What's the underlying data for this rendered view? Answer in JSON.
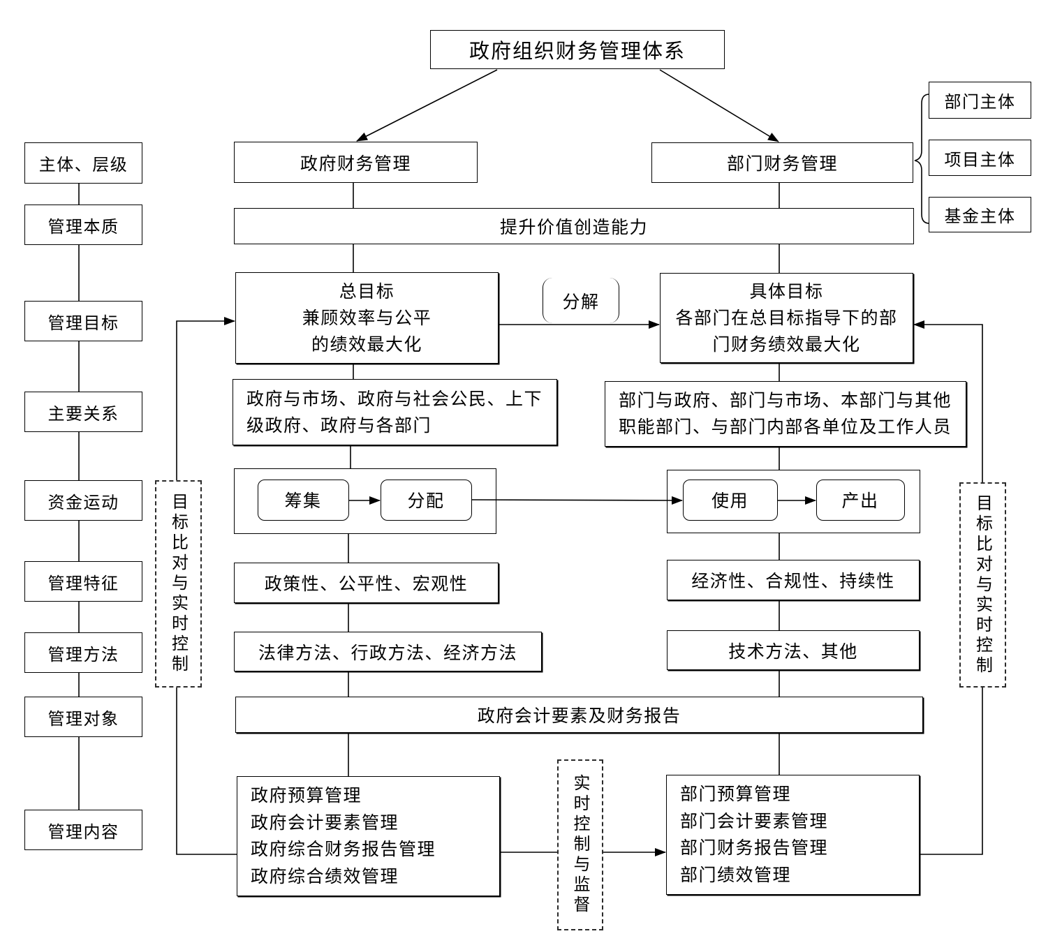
{
  "title": "政府组织财务管理体系",
  "dimensions": [
    "主体、层级",
    "管理本质",
    "管理目标",
    "主要关系",
    "资金运动",
    "管理特征",
    "管理方法",
    "管理对象",
    "管理内容"
  ],
  "subjects": [
    "部门主体",
    "项目主体",
    "基金主体"
  ],
  "shared": {
    "value_creation": "提升价值创造能力",
    "reporting": "政府会计要素及财务报告"
  },
  "government": {
    "header": "政府财务管理",
    "goal": [
      "总目标",
      "兼顾效率与公平",
      "的绩效最大化"
    ],
    "relations": [
      "政府与市场、政府与社会公民、上下",
      "级政府、政府与各部门"
    ],
    "fund_flow": [
      "筹集",
      "分配"
    ],
    "features": "政策性、公平性、宏观性",
    "methods": "法律方法、行政方法、经济方法",
    "contents": [
      "政府预算管理",
      "政府会计要素管理",
      "政府综合财务报告管理",
      "政府综合绩效管理"
    ]
  },
  "department": {
    "header": "部门财务管理",
    "goal": [
      "具体目标",
      "各部门在总目标指导下的部",
      "门财务绩效最大化"
    ],
    "relations": [
      "部门与政府、部门与市场、本部门与其他",
      "职能部门、与部门内部各单位及工作人员"
    ],
    "fund_flow": [
      "使用",
      "产出"
    ],
    "features": "经济性、合规性、持续性",
    "methods": "技术方法、其他",
    "contents": [
      "部门预算管理",
      "部门会计要素管理",
      "部门财务报告管理",
      "部门绩效管理"
    ]
  },
  "decompose_label": "分解",
  "feedback_left": "目标比对与实时控制",
  "feedback_right": "目标比对与实时控制",
  "realtime_control": "实时控制与监督"
}
